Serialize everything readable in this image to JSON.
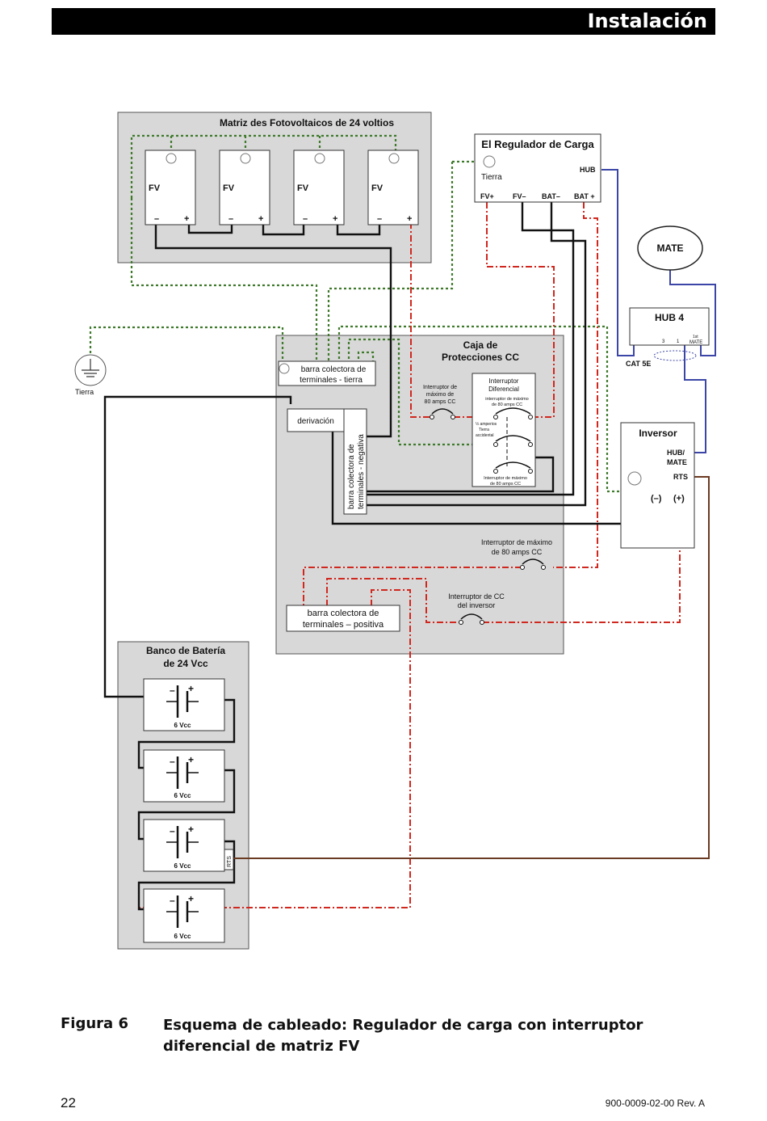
{
  "header": {
    "title": "Instalación"
  },
  "pv_array": {
    "title": "Matriz des Fotovoltaicos de 24 voltios",
    "panels": [
      {
        "label": "FV",
        "neg": "–",
        "pos": "+"
      },
      {
        "label": "FV",
        "neg": "–",
        "pos": "+"
      },
      {
        "label": "FV",
        "neg": "–",
        "pos": "+"
      },
      {
        "label": "FV",
        "neg": "–",
        "pos": "+"
      }
    ]
  },
  "charge_controller": {
    "title": "El Regulador de Carga",
    "ground": "Tierra",
    "hub": "HUB",
    "terminals": [
      "FV+",
      "FV–",
      "BAT–",
      "BAT +"
    ]
  },
  "mate": {
    "label": "MATE"
  },
  "hub4": {
    "title": "HUB 4",
    "port_3": "3",
    "port_1": "1",
    "port_mate_sup": "1st",
    "port_mate": "MATE",
    "cable": "CAT 5E"
  },
  "ground_symbol": {
    "label": "Tierra"
  },
  "dc_box": {
    "title_line1": "Caja de",
    "title_line2": "Protecciones CC",
    "ground_bar_line1": "barra colectora de",
    "ground_bar_line2": "terminales - tierra",
    "shunt": "derivación",
    "neg_bar_line1": "barra colectora de",
    "neg_bar_line2": "terminales - negativa",
    "pv_breaker_line1": "Interruptor de",
    "pv_breaker_line2": "máximo de",
    "pv_breaker_line3": "80 amps CC",
    "gfp_title_line1": "Interruptor",
    "gfp_title_line2": "Diferencial",
    "gfp_sub_line1": "interruptor de máximo",
    "gfp_sub_line2": "de 80 amps CC",
    "gfp_half_line1": "½ amperios",
    "gfp_half_line2": "Tierra",
    "gfp_half_line3": "accidental",
    "gfp_bottom_line1": "Interruptor de máximo",
    "gfp_bottom_line2": "de 80 amps CC",
    "breaker80_line1": "Interruptor de máximo",
    "breaker80_line2": "de  80 amps CC",
    "inv_breaker_line1": "Interruptor de CC",
    "inv_breaker_line2": "del inversor",
    "pos_bar_line1": "barra colectora de",
    "pos_bar_line2": "terminales – positiva"
  },
  "inverter": {
    "title": "Inversor",
    "hub_mate_line1": "HUB/",
    "hub_mate_line2": "MATE",
    "rts": "RTS",
    "neg": "(–)",
    "pos": "(+)"
  },
  "battery_bank": {
    "title_line1": "Banco de Batería",
    "title_line2": "de 24 Vcc",
    "cells": [
      {
        "label": "6 Vcc",
        "neg": "–",
        "pos": "+"
      },
      {
        "label": "6 Vcc",
        "neg": "–",
        "pos": "+"
      },
      {
        "label": "6 Vcc",
        "neg": "–",
        "pos": "+"
      },
      {
        "label": "6 Vcc",
        "neg": "–",
        "pos": "+"
      }
    ],
    "rts": "RTS"
  },
  "colors": {
    "ground_wire": "#3f7a2c",
    "positive_wire": "#d0281e",
    "negative_wire": "#111111",
    "comm_wire": "#3c46a6",
    "rts_wire": "#6b3a22",
    "box_fill": "#d8d8d8"
  },
  "caption": {
    "label": "Figura 6",
    "text": "Esquema de cableado: Regulador de carga con interruptor diferencial de matriz FV"
  },
  "footer": {
    "page_number": "22",
    "doc_number": "900-0009-02-00 Rev. A"
  }
}
